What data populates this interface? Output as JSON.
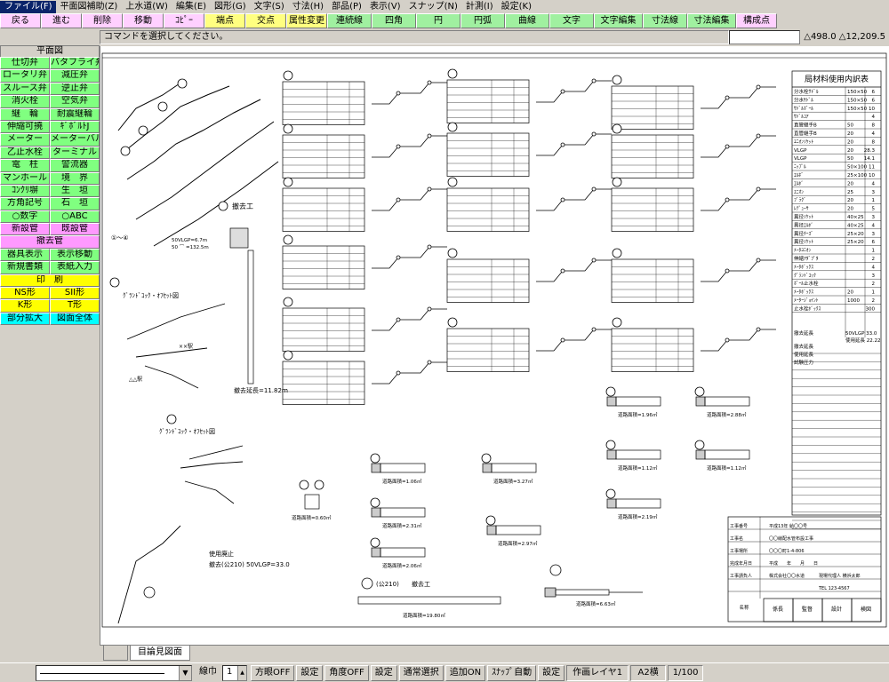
{
  "menu": [
    "ファイル(F)",
    "平面図補助(Z)",
    "上水道(W)",
    "編集(E)",
    "図形(G)",
    "文字(S)",
    "寸法(H)",
    "部品(P)",
    "表示(V)",
    "スナップ(N)",
    "計測(I)",
    "設定(K)"
  ],
  "toolbar": [
    {
      "label": "戻る",
      "color": "#ffd0ff",
      "w": 46
    },
    {
      "label": "進む",
      "color": "#ffd0ff",
      "w": 46
    },
    {
      "label": "削除",
      "color": "#ffd0ff",
      "w": 46
    },
    {
      "label": "移動",
      "color": "#ffd0ff",
      "w": 46
    },
    {
      "label": "ｺﾋﾟｰ",
      "color": "#ffd0ff",
      "w": 46
    },
    {
      "label": "端点",
      "color": "#ffff80",
      "w": 46
    },
    {
      "label": "交点",
      "color": "#ffff80",
      "w": 46
    },
    {
      "label": "属性変更",
      "color": "#ffff80",
      "w": 46
    },
    {
      "label": "連続線",
      "color": "#a0f0a0",
      "w": 50
    },
    {
      "label": "四角",
      "color": "#a0f0a0",
      "w": 50
    },
    {
      "label": "円",
      "color": "#a0f0a0",
      "w": 50
    },
    {
      "label": "円弧",
      "color": "#a0f0a0",
      "w": 50
    },
    {
      "label": "曲線",
      "color": "#a0f0a0",
      "w": 50
    },
    {
      "label": "文字",
      "color": "#a0f0a0",
      "w": 50
    },
    {
      "label": "文字編集",
      "color": "#a0f0a0",
      "w": 55
    },
    {
      "label": "寸法線",
      "color": "#a0f0a0",
      "w": 50
    },
    {
      "label": "寸法編集",
      "color": "#a0f0a0",
      "w": 55
    },
    {
      "label": "構成点",
      "color": "#ffd0ff",
      "w": 46
    }
  ],
  "command": {
    "panel_title": "平面図",
    "prompt": "コマンドを選択してください。",
    "coord_x": "△498.0",
    "coord_y": "△12,209.5"
  },
  "palette": [
    [
      {
        "label": "仕切弁",
        "color": "#80ff80"
      },
      {
        "label": "バタフライ弁",
        "color": "#80ff80"
      }
    ],
    [
      {
        "label": "ロータリ弁",
        "color": "#80ff80"
      },
      {
        "label": "減圧弁",
        "color": "#80ff80"
      }
    ],
    [
      {
        "label": "スルース弁",
        "color": "#80ff80"
      },
      {
        "label": "逆止弁",
        "color": "#80ff80"
      }
    ],
    [
      {
        "label": "消火栓",
        "color": "#80ff80"
      },
      {
        "label": "空気弁",
        "color": "#80ff80"
      }
    ],
    [
      {
        "label": "継　輪",
        "color": "#80ff80"
      },
      {
        "label": "耐震継輪",
        "color": "#80ff80"
      }
    ],
    [
      {
        "label": "伸縮可撓",
        "color": "#80ff80"
      },
      {
        "label": "ｷﾞﾎﾞﾙﾄJ",
        "color": "#80ff80"
      }
    ],
    [
      {
        "label": "メーター",
        "color": "#80ff80"
      },
      {
        "label": "メーターバルブ",
        "color": "#80ff80"
      }
    ],
    [
      {
        "label": "乙止水栓",
        "color": "#80ff80"
      },
      {
        "label": "ターミナル",
        "color": "#80ff80"
      }
    ],
    [
      {
        "label": "電　柱",
        "color": "#80ff80"
      },
      {
        "label": "警流器",
        "color": "#80ff80"
      }
    ],
    [
      {
        "label": "マンホール",
        "color": "#80ff80"
      },
      {
        "label": "境　界",
        "color": "#80ff80"
      }
    ],
    [
      {
        "label": "ｺﾝｸﾘ塀",
        "color": "#80ff80"
      },
      {
        "label": "生　垣",
        "color": "#80ff80"
      }
    ],
    [
      {
        "label": "方角記号",
        "color": "#80ff80"
      },
      {
        "label": "石　垣",
        "color": "#80ff80"
      }
    ],
    [
      {
        "label": "○数字",
        "color": "#80ff80"
      },
      {
        "label": "○ABC",
        "color": "#80ff80"
      }
    ],
    [
      {
        "label": "新設管",
        "color": "#ff99ff"
      },
      {
        "label": "既設管",
        "color": "#ff99ff"
      }
    ],
    [
      {
        "label": "撤去管",
        "color": "#ff99ff"
      }
    ],
    [
      {
        "label": "器具表示",
        "color": "#80ff80"
      },
      {
        "label": "表示移動",
        "color": "#80ff80"
      }
    ],
    [
      {
        "label": "新規書類",
        "color": "#80ff80"
      },
      {
        "label": "表紙入力",
        "color": "#80ff80"
      }
    ],
    [
      {
        "label": "印　刷",
        "color": "#ffff00"
      }
    ],
    [
      {
        "label": "NS形",
        "color": "#ffff00"
      },
      {
        "label": "SII形",
        "color": "#ffff00"
      }
    ],
    [
      {
        "label": "K形",
        "color": "#ffff00"
      },
      {
        "label": "T形",
        "color": "#ffff00"
      }
    ],
    [
      {
        "label": "部分拡大",
        "color": "#00ffff"
      },
      {
        "label": "図面全体",
        "color": "#00ffff"
      }
    ]
  ],
  "drawing": {
    "title_table_heading": "局材料使用内訳表",
    "material_rows": [
      [
        "分水栓ｻﾄﾞﾙ",
        "150×50",
        "6"
      ],
      [
        "分水ｻﾄﾞﾙ",
        "150×50",
        "6"
      ],
      [
        "ｻﾄﾞﾙﾎﾞｰﾙ",
        "150×50",
        "10"
      ],
      [
        "ｻﾄﾞﾙｺｱ",
        "",
        "4"
      ],
      [
        "直管継手B",
        "50",
        "8"
      ],
      [
        "直管継手B",
        "20",
        "4"
      ],
      [
        "ﾕﾆｵﾝｿｹｯﾄ",
        "20",
        "8"
      ],
      [
        "VLGP",
        "20",
        "28.3"
      ],
      [
        "VLGP",
        "50",
        "14.1"
      ],
      [
        "ﾆｯﾌﾟﾙ",
        "50×100",
        "11"
      ],
      [
        "ｴﾙﾎﾞ",
        "25×100",
        "10"
      ],
      [
        "ｴﾙﾎﾞ",
        "20",
        "4"
      ],
      [
        "ﾕﾆｵﾝ",
        "25",
        "3"
      ],
      [
        "ﾌﾞﾗｸﾞ",
        "20",
        "1"
      ],
      [
        "ﾚﾃﾞｭｰｻ",
        "20",
        "5"
      ],
      [
        "異径ｿｹｯﾄ",
        "40×25",
        "3"
      ],
      [
        "異径ｴﾙﾎﾞ",
        "40×25",
        "4"
      ],
      [
        "異径ﾁｰｽﾞ",
        "25×20",
        "3"
      ],
      [
        "異径ｿｹｯﾄ",
        "25×20",
        "6"
      ],
      [
        "ﾒｰﾀﾕﾆｵﾝ",
        "",
        "1"
      ],
      [
        "伸縮ｱﾀﾞﾌﾟﾀ",
        "",
        "2"
      ],
      [
        "ﾒｰﾀﾎﾞｯｸｽ",
        "",
        "4"
      ],
      [
        "ｸﾞﾗﾝﾄﾞｺｯｸ",
        "",
        "3"
      ],
      [
        "ﾎﾞｰﾙ止水栓",
        "",
        "2"
      ],
      [
        "ﾒｰﾀﾎﾞｯｸｽ",
        "20",
        "1"
      ],
      [
        "ﾒｰﾀｰｼﾞｮｲﾝﾄ",
        "1000",
        "2"
      ],
      [
        "止水栓ﾎﾞｯｸｽ",
        "",
        "300"
      ]
    ],
    "totals": [
      "撤去延長",
      "50VLGP 33.0",
      "使用延長 22.22"
    ],
    "remarks": [
      "撤去延長",
      "使用延長",
      "試験圧力"
    ],
    "title_block": {
      "rows": [
        [
          "工事番号",
          "平成13年 給〇〇号"
        ],
        [
          "工事名",
          "〇〇線配水管布設工事"
        ],
        [
          "工事場所",
          "〇〇〇町1-4-806"
        ],
        [
          "完成年月日",
          "平成　　年　　月　　日"
        ],
        [
          "工事請負人",
          "株式会社〇〇水道",
          "現場代理人 横浜太郎"
        ],
        [
          "",
          "",
          "TEL 123-4567"
        ]
      ],
      "sign": [
        "係長",
        "監督",
        "設計",
        "検図"
      ],
      "sign_head": "名称"
    },
    "labels": {
      "removal": "撤去工",
      "grand_cock": "ｸﾞﾗﾝﾄﾞｺｯｸ・ｵﾌｾｯﾄ図",
      "grand_cock2": "ｸﾞﾗﾝﾄﾞｺｯｸ・ｵﾌｾｯﾄ図",
      "removal_total": "撤去延長=11.82ｍ",
      "removal_210": "撤去工",
      "disused": "使用廃止",
      "disused_note": "撤去(公210) 50VLGP=33.0",
      "removal_circle_21": "(公210)",
      "area1": "道路面積=1.06㎡",
      "area2": "道路面積=3.27㎡",
      "area3": "道路面積=2.31㎡",
      "area4": "道路面積=2.06㎡",
      "area5": "道路面積=2.97㎡",
      "area6": "道路面積=1.96㎡",
      "area7": "道路面積=2.88㎡",
      "area8": "道路面積=1.12㎡",
      "area9": "道路面積=1.12㎡",
      "area10": "道路面積=2.19㎡",
      "area11": "道路面積=0.60㎡",
      "area12": "道路面積=19.80㎡",
      "area13": "道路面積=6.63㎡",
      "sakura": "△△駅",
      "xx": "××駅",
      "ranges": "①～④",
      "pipe_note": "50VLGP=6.7m",
      "pipe_note2": "50 ⌒ =132.5m"
    }
  },
  "tabs": [
    "目論見図面"
  ],
  "status": {
    "linewidth_label": "線巾",
    "linewidth_value": "1",
    "buttons": [
      "方眼OFF",
      "設定",
      "角度OFF",
      "設定",
      "通常選択",
      "追加ON",
      "ｽﾅｯﾌﾟ自動",
      "設定"
    ],
    "layer": "作画レイヤ1",
    "paper": "A2横",
    "scale": "1/100"
  }
}
